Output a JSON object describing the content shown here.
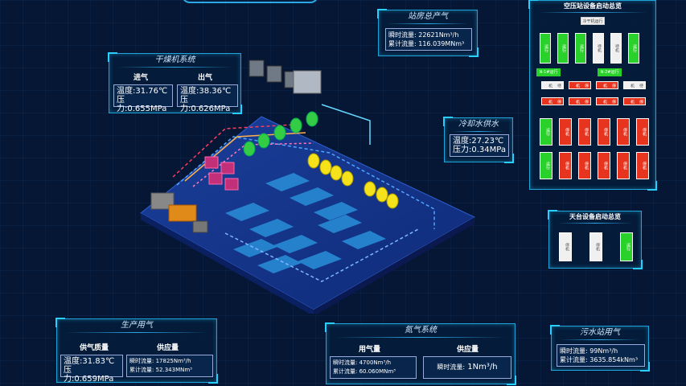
{
  "air_station_total": {
    "title": "站房总产气",
    "instant_label": "瞬时流量:",
    "instant_value": "22621Nm³/h",
    "cum_label": "累计流量:",
    "cum_value": "116.039MNm³"
  },
  "dryer": {
    "title": "干燥机系统",
    "inlet": "进气",
    "outlet": "出气",
    "temp_label": "温度:",
    "press_label": "压力:",
    "in_temp": "31.76℃",
    "in_press": "0.655MPa",
    "out_temp": "38.36℃",
    "out_press": "0.626MPa"
  },
  "cooling": {
    "title": "冷却水供水",
    "temp_label": "温度:",
    "press_label": "压力:",
    "temp": "27.23℃",
    "press": "0.34MPa"
  },
  "compressor_overview": {
    "title": "空压站设备启动总览",
    "top_btn": "冷干机运行",
    "rows": {
      "r1": [
        "运行",
        "运行",
        "运行",
        "待机",
        "待机",
        "运行"
      ],
      "btn2a": "N-1#运行",
      "btn2b": "N-2#运行",
      "r2": [
        "待机",
        "停机",
        "停机",
        "待机"
      ],
      "r3": [
        "停机",
        "停机",
        "停机",
        "停机"
      ],
      "r4": [
        "运行",
        "停机",
        "停机",
        "停机",
        "停机",
        "停机"
      ],
      "r5": [
        "运行",
        "停机",
        "停机",
        "停机",
        "停机",
        "停机"
      ]
    }
  },
  "rooftop": {
    "title": "天台设备启动总览",
    "items": [
      "停机",
      "停机",
      "运行"
    ]
  },
  "production": {
    "title": "生产用气",
    "quality": "供气质量",
    "supply": "供应量",
    "temp_label": "温度:",
    "press_label": "压力:",
    "temp": "31.83℃",
    "press": "0.659MPa",
    "instant_label": "瞬时流量:",
    "instant_value": "17825Nm³/h",
    "cum_label": "累计流量:",
    "cum_value": "52.343MNm³"
  },
  "nitrogen": {
    "title": "氮气系统",
    "usage": "用气量",
    "supply": "供应量",
    "instant_label": "瞬时流量:",
    "instant_value": "4700Nm³/h",
    "cum_label": "累计流量:",
    "cum_value": "60.060MNm³",
    "supply_label": "瞬时流量:",
    "supply_value": "1Nm³/h"
  },
  "sewage": {
    "title": "污水站用气",
    "instant_label": "瞬时流量:",
    "instant_value": "99Nm³/h",
    "cum_label": "累计流量:",
    "cum_value": "3635.854kNm³"
  }
}
